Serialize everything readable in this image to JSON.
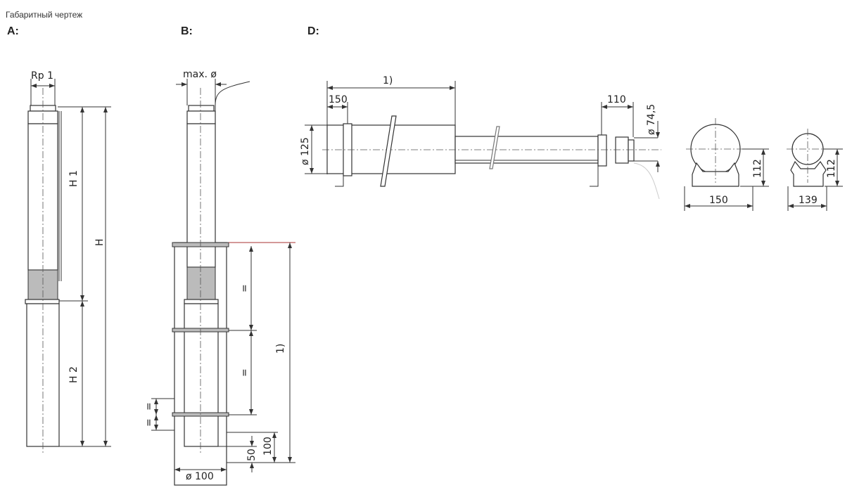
{
  "caption": "Габаритный чертеж",
  "views": {
    "a": "A:",
    "b": "B:",
    "d": "D:"
  },
  "dims": {
    "a": {
      "rp": "Rp 1",
      "h1": "H 1",
      "h": "H",
      "h2": "H 2"
    },
    "b": {
      "maxd": "max. ø",
      "eq": "=",
      "one": "1)",
      "d100": "ø 100",
      "h100": "100",
      "h50": "50"
    },
    "d": {
      "one": "1)",
      "l150": "150",
      "d125": "ø 125",
      "l110": "110",
      "d745": "ø 74,5",
      "w150": "150",
      "h112": "112",
      "w139": "139",
      "h112b": "112"
    }
  }
}
